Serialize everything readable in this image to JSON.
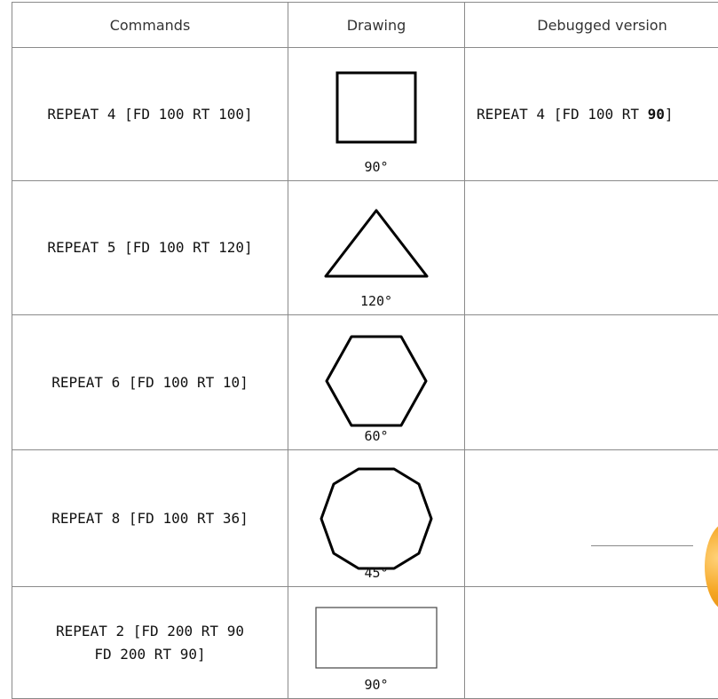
{
  "headers": {
    "commands": "Commands",
    "drawing": "Drawing",
    "debugged": "Debugged version"
  },
  "rows": [
    {
      "command": "REPEAT 4 [FD 100 RT 100]",
      "angle": "90°",
      "shape": "square",
      "debugged_prefix": "REPEAT 4 [FD 100 RT ",
      "debugged_bold": "90",
      "debugged_suffix": "]"
    },
    {
      "command": "REPEAT 5 [FD 100 RT 120]",
      "angle": "120°",
      "shape": "triangle"
    },
    {
      "command": "REPEAT 6 [FD 100 RT 10]",
      "angle": "60°",
      "shape": "hexagon"
    },
    {
      "command": "REPEAT 8 [FD 100 RT 36]",
      "angle": "45°",
      "shape": "decagon"
    },
    {
      "command_line1": "REPEAT 2 [FD 200 RT 90",
      "command_line2": "FD 200 RT 90]",
      "angle": "90°",
      "shape": "rectangle"
    }
  ]
}
